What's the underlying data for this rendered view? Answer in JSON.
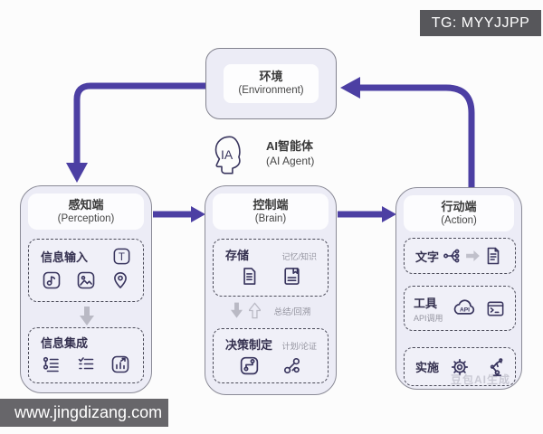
{
  "badge": {
    "tg": "TG: MYYJJPP"
  },
  "footer": {
    "site": "www.jingdizang.com"
  },
  "watermark": "豆包AI生成",
  "environment": {
    "title": "环境",
    "subtitle": "(Environment)"
  },
  "agent": {
    "icon_text": "IA",
    "title": "AI智能体",
    "subtitle": "(AI Agent)"
  },
  "perception": {
    "title": "感知端",
    "subtitle": "(Perception)",
    "input_label": "信息输入",
    "text_icon_glyph": "T",
    "integration_label": "信息集成"
  },
  "brain": {
    "title": "控制端",
    "subtitle": "(Brain)",
    "storage_label": "存储",
    "storage_note": "记忆/知识",
    "loop_note": "总结/回溯",
    "decision_label": "决策制定",
    "decision_note": "计划/论证"
  },
  "action": {
    "title": "行动端",
    "subtitle": "(Action)",
    "text_label": "文字",
    "tool_label": "工具",
    "tool_note": "API调用",
    "api_text": "API",
    "implement_label": "实施"
  },
  "colors": {
    "accent_purple": "#4c3fa3",
    "icon_stroke": "#39355e",
    "column_bg": "#ececf6",
    "badge_bg": "#57575b",
    "footer_bg": "#67666a",
    "gray_arrow": "#b9b9c4"
  }
}
